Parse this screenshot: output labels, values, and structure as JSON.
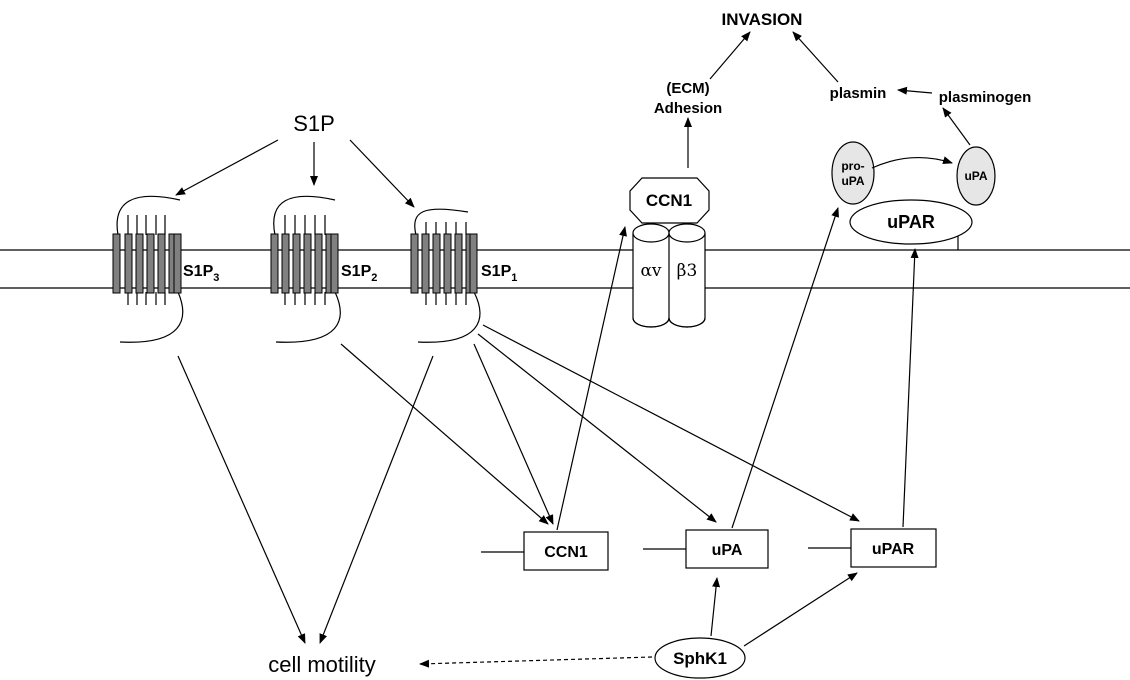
{
  "diagram": {
    "top": {
      "invasion": "INVASION",
      "ecm": "(ECM)",
      "adhesion": "Adhesion",
      "plasmin": "plasmin",
      "plasminogen": "plasminogen",
      "s1p": "S1P"
    },
    "receptors": [
      {
        "name": "S1P",
        "sub": "3"
      },
      {
        "name": "S1P",
        "sub": "2"
      },
      {
        "name": "S1P",
        "sub": "1"
      }
    ],
    "membrane_complex": {
      "ccn1": "CCN1",
      "alpha": "αv",
      "beta": "β3",
      "pro_upa_line1": "pro-",
      "pro_upa_line2": "uPA",
      "upa": "uPA",
      "upar": "uPAR"
    },
    "genes": {
      "ccn1": "CCN1",
      "upa": "uPA",
      "upar": "uPAR"
    },
    "bottom": {
      "cell_motility": "cell motility",
      "sphk1": "SphK1"
    }
  }
}
